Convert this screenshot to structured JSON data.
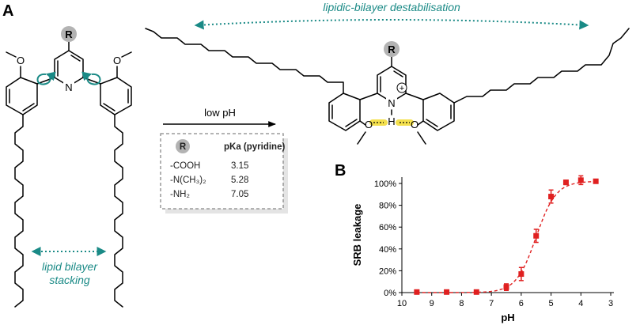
{
  "panels": {
    "a": "A",
    "b": "B"
  },
  "annotations": {
    "bilayer_destabilisation": "lipidic-bilayer destabilisation",
    "bilayer_stacking_line1": "lipid bilayer",
    "bilayer_stacking_line2": "stacking",
    "condition": "low pH"
  },
  "atoms": {
    "r_group": "R",
    "nitrogen": "N",
    "oxygen": "O",
    "hydrogen": "H",
    "plus": "+"
  },
  "pka_table": {
    "header_r": "R",
    "header_pka": "pKa (pyridine)",
    "rows": [
      {
        "r": "-COOH",
        "pka": "3.15"
      },
      {
        "r": "-N(CH₃)₂",
        "pka": "5.28"
      },
      {
        "r": "-NH₂",
        "pka": "7.05"
      }
    ]
  },
  "colors": {
    "teal": "#1a8a86",
    "marker": "#e02020",
    "gray_badge": "#b3b3b3",
    "highlight": "#f4e04d"
  },
  "chart_data": {
    "type": "scatter",
    "xlabel": "pH",
    "ylabel": "SRB leakage",
    "xlim": [
      10,
      3
    ],
    "ylim": [
      0,
      100
    ],
    "x_ticks": [
      "10",
      "9",
      "8",
      "7",
      "6",
      "5",
      "4",
      "3"
    ],
    "y_ticks": [
      "0%",
      "20%",
      "40%",
      "60%",
      "80%",
      "100%"
    ],
    "series": [
      {
        "x": [
          9.5,
          8.5,
          7.5,
          6.5,
          6.0,
          5.5,
          5.0,
          4.5,
          4.0,
          3.5
        ],
        "y": [
          0.5,
          0.5,
          0.5,
          5,
          17,
          52,
          88,
          101,
          103,
          102
        ],
        "error": [
          0.5,
          0.5,
          0.5,
          3,
          6,
          6,
          6,
          2,
          4,
          1
        ]
      }
    ],
    "fit_line": "dashed",
    "marker": "square"
  }
}
